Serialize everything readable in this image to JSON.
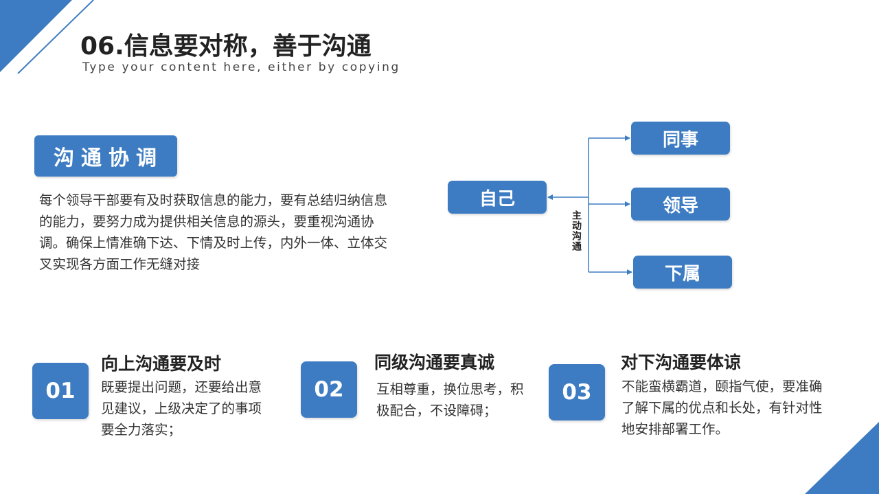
{
  "header": {
    "title": "06.信息要对称，善于沟通",
    "subtitle": "Type your content here, either by copying"
  },
  "section": {
    "heading": "沟通协调",
    "body": "每个领导干部要有及时获取信息的能力，要有总结归纳信息的能力，要努力成为提供相关信息的源头，要重视沟通协调。确保上情准确下达、下情及时上传，内外一体、立体交叉实现各方面工作无缝对接"
  },
  "diagram": {
    "self": "自己",
    "colleague": "同事",
    "leader": "领导",
    "subordinate": "下属",
    "connector_label": "主动沟通"
  },
  "items": [
    {
      "number": "01",
      "title": "向上沟通要及时",
      "desc": "既要提出问题，还要给出意见建议，上级决定了的事项要全力落实；"
    },
    {
      "number": "02",
      "title": "同级沟通要真诚",
      "desc": "互相尊重，换位思考，积极配合，不设障碍；"
    },
    {
      "number": "03",
      "title": "对下沟通要体谅",
      "desc": "不能蛮横霸道，颐指气使，要准确了解下属的优点和长处，有针对性地安排部署工作。"
    }
  ],
  "colors": {
    "accent": "#3d7cc2",
    "text": "#333333"
  }
}
